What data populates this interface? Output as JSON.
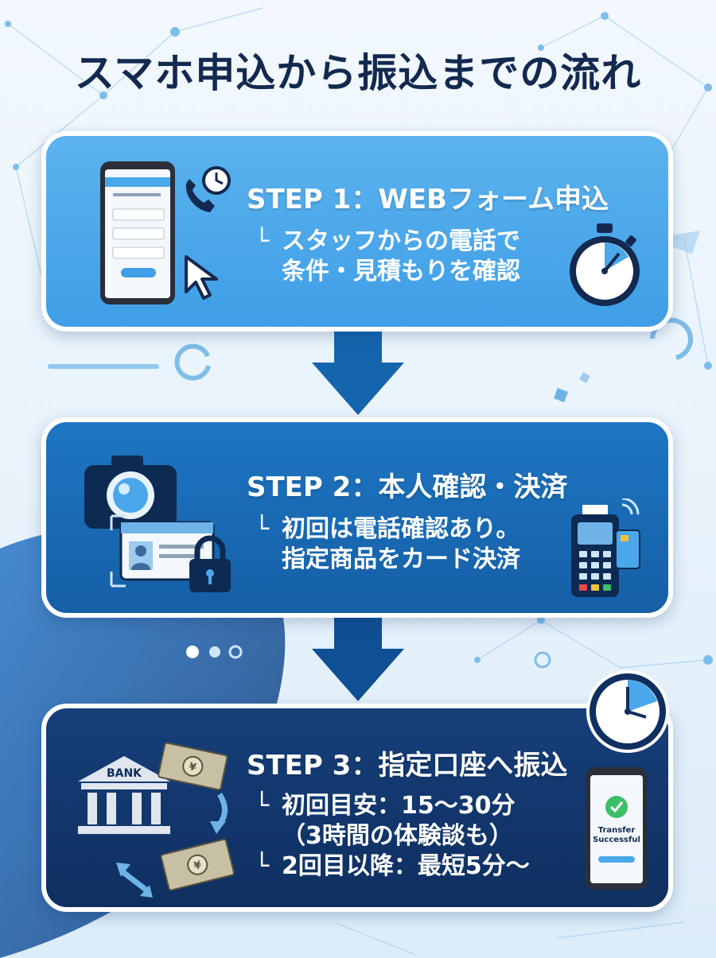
{
  "title": "スマホ申込から振込までの流れ",
  "steps": [
    {
      "title": "STEP 1：WEBフォーム申込",
      "lines": [
        "スタッフからの電話で",
        "条件・見積もりを確認"
      ]
    },
    {
      "title": "STEP 2：本人確認・決済",
      "lines": [
        "初回は電話確認あり。",
        "指定商品をカード決済"
      ]
    },
    {
      "title": "STEP 3：指定口座へ振込",
      "lines": [
        "初回目安：15〜30分",
        "（3時間の体験談も）",
        "2回目以降：最短5分〜"
      ]
    }
  ],
  "icons": {
    "step1": [
      "smartphone-form-icon",
      "phone-clock-icon",
      "cursor-icon",
      "stopwatch-icon"
    ],
    "step2": [
      "camera-icon",
      "id-card-icon",
      "padlock-icon",
      "card-terminal-icon"
    ],
    "step3": [
      "bank-icon",
      "money-bills-icon",
      "wall-clock-icon",
      "transfer-phone-icon"
    ]
  },
  "bank_label": "BANK",
  "transfer_text": [
    "Transfer",
    "Successful"
  ],
  "colors": {
    "title": "#13294f",
    "step1_bg": "#4aa8ea",
    "step2_bg": "#1a6bb5",
    "step3_bg": "#12366d",
    "arrow": "#1565ad"
  }
}
